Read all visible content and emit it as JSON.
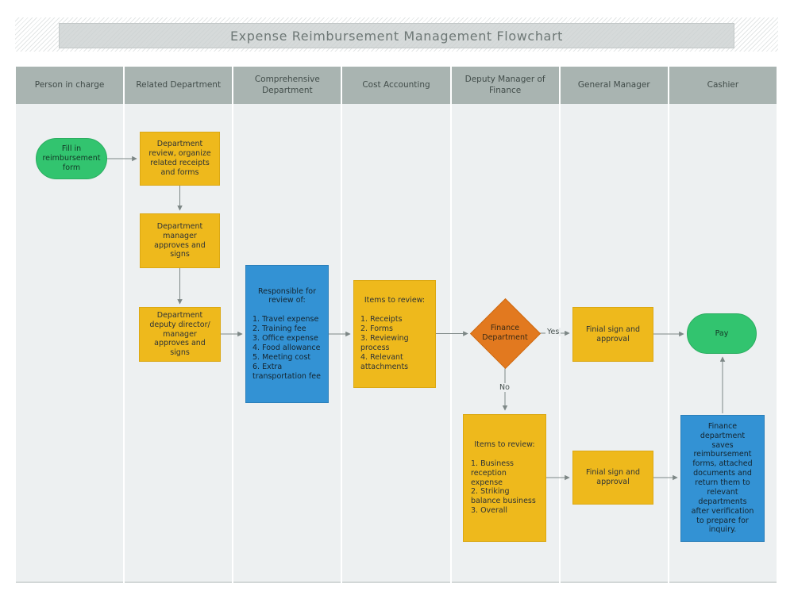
{
  "title": "Expense Reimbursement Management Flowchart",
  "lanes": [
    "Person in charge",
    "Related Department",
    "Comprehensive Department",
    "Cost Accounting",
    "Deputy Manager of Finance",
    "General Manager",
    "Cashier"
  ],
  "nodes": {
    "fill_form": {
      "label": "Fill in reimbursement form"
    },
    "dept_review": {
      "label": "Department review, organize related receipts and forms"
    },
    "dept_manager": {
      "label": "Department manager approves and signs"
    },
    "dept_deputy": {
      "label": "Department deputy director/ manager approves and signs"
    },
    "responsible": {
      "title": "Responsible for review of:",
      "items": [
        "1. Travel expense",
        "2. Training fee",
        "3. Office expense",
        "4. Food allowance",
        "5. Meeting cost",
        "6. Extra transportation fee"
      ]
    },
    "items_review_1": {
      "title": "Items to review:",
      "items": [
        "1. Receipts",
        "2. Forms",
        "3. Reviewing process",
        "4. Relevant attachments"
      ]
    },
    "decision": {
      "label": "Finance Department"
    },
    "final_sign_1": {
      "label": "Finial sign and approval"
    },
    "pay": {
      "label": "Pay"
    },
    "items_review_2": {
      "title": "Items to review:",
      "items": [
        "1. Business reception expense",
        "2. Striking balance business",
        "3. Overall"
      ]
    },
    "final_sign_2": {
      "label": "Finial sign and approval"
    },
    "finance_saves": {
      "label": "Finance department saves reimbursement forms, attached documents and return them to relevant departments after verification to prepare for inquiry."
    }
  },
  "edge_labels": {
    "yes": "Yes",
    "no": "No"
  },
  "edges": [
    {
      "from": "fill_form",
      "to": "dept_review"
    },
    {
      "from": "dept_review",
      "to": "dept_manager"
    },
    {
      "from": "dept_manager",
      "to": "dept_deputy"
    },
    {
      "from": "dept_deputy",
      "to": "responsible"
    },
    {
      "from": "responsible",
      "to": "items_review_1"
    },
    {
      "from": "items_review_1",
      "to": "decision"
    },
    {
      "from": "decision",
      "to": "final_sign_1",
      "label": "Yes"
    },
    {
      "from": "decision",
      "to": "items_review_2",
      "label": "No"
    },
    {
      "from": "final_sign_1",
      "to": "pay"
    },
    {
      "from": "items_review_2",
      "to": "final_sign_2"
    },
    {
      "from": "final_sign_2",
      "to": "finance_saves"
    },
    {
      "from": "finance_saves",
      "to": "pay"
    }
  ],
  "colors": {
    "node_yellow": "#eeb91c",
    "node_blue": "#3392d4",
    "node_green": "#32c46f",
    "decision_orange": "#e2791f",
    "lane_header": "#a9b4b1",
    "lane_body": "#edf0f1",
    "connector": "#7d8786"
  }
}
